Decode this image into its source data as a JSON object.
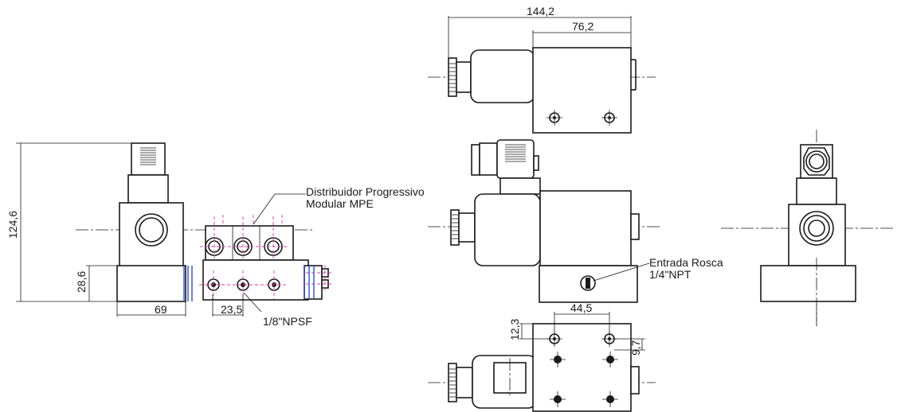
{
  "dimensions": {
    "overall_length": "144,2",
    "body_length": "76,2",
    "height": "124,6",
    "base_height": "28,6",
    "base_width": "69",
    "port_pitch": "23,5",
    "hole_spacing": "44,5",
    "hole_offset_top": "12,3",
    "hole_offset_side": "9,7"
  },
  "annotations": {
    "distributor_line1": "Distribuidor Progressivo",
    "distributor_line2": "Modular MPE",
    "thread_outlet": "1/8\"NPSF",
    "inlet_line1": "Entrada Rosca",
    "inlet_line2": "1/4\"NPT"
  },
  "colors": {
    "outline": "#1a1a1a",
    "hidden_centerline": "#e03ca3",
    "highlight": "#2d4fd1"
  }
}
